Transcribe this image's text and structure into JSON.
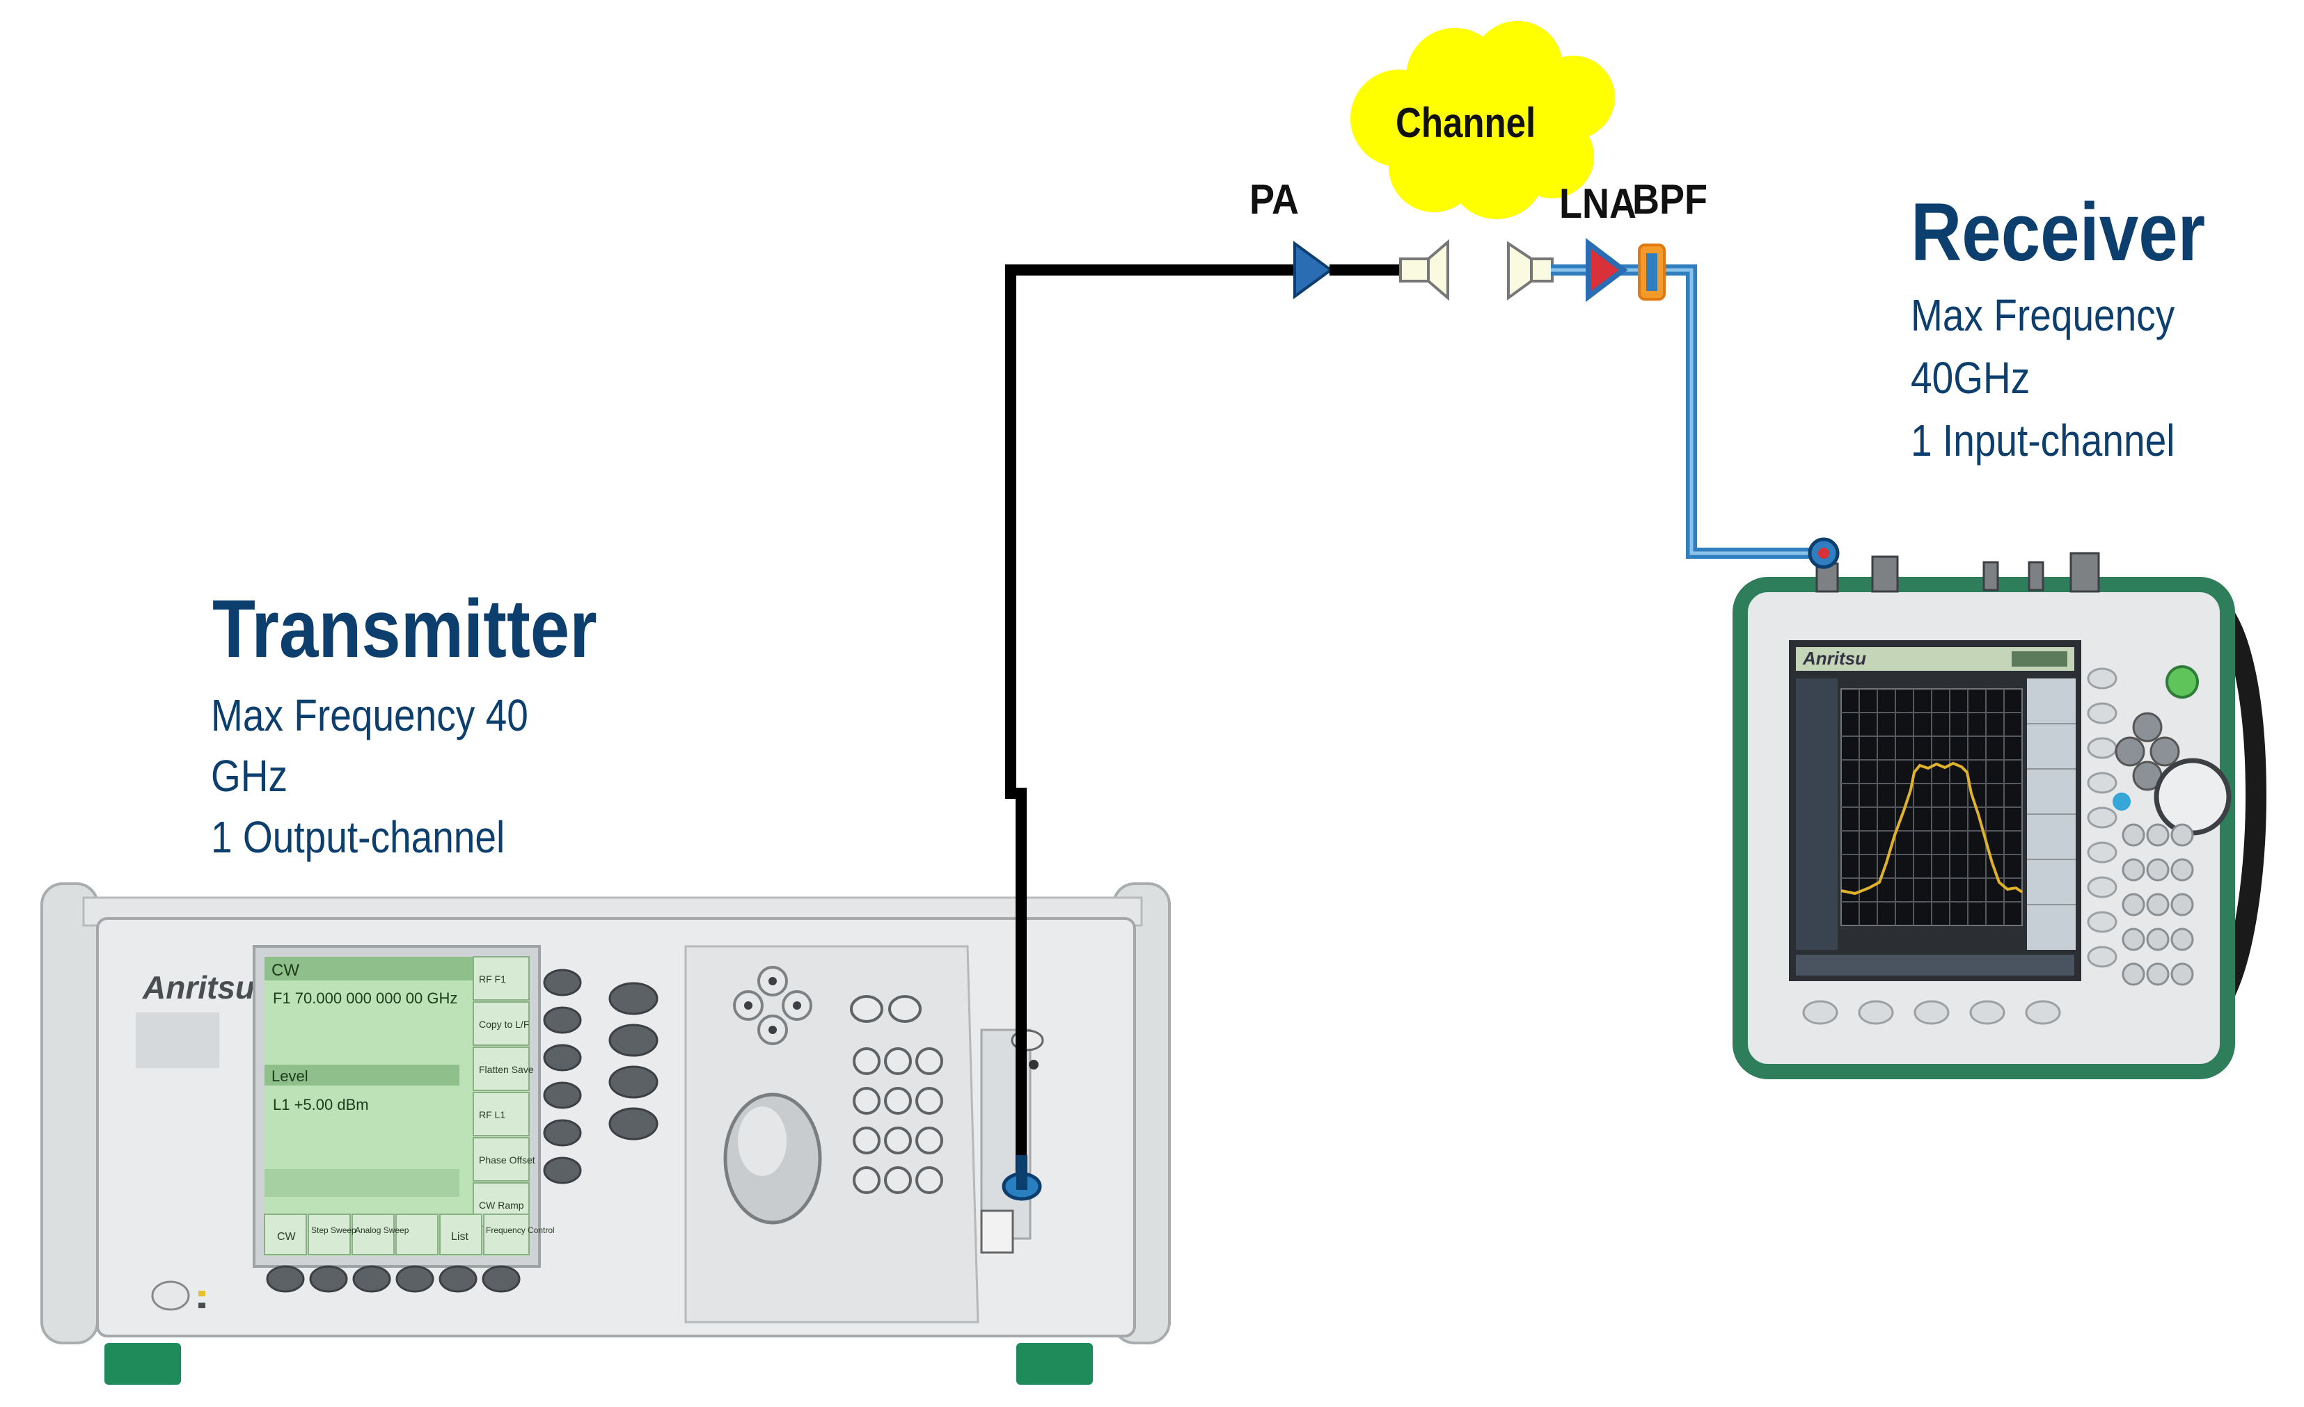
{
  "transmitter": {
    "title": "Transmitter",
    "line1": "Max Frequency 40",
    "line2": "GHz",
    "line3": "1 Output-channel",
    "brand": "Anritsu",
    "screen": {
      "mode": "CW",
      "freq": "F1   70.000 000 000 00  GHz",
      "level_header": "Level",
      "level": "L1   +5.00  dBm",
      "softkeys": [
        "RF F1",
        "Copy to L/F",
        "Flatten Save",
        "RF L1",
        "Phase Offset",
        "CW Ramp"
      ],
      "bottom_keys": [
        "CW",
        "Step Sweep",
        "Analog Sweep",
        "",
        "List",
        "Frequency Control"
      ]
    }
  },
  "receiver": {
    "title": "Receiver",
    "line1": "Max Frequency",
    "line2": "40GHz",
    "line3": "1 Input-channel",
    "brand": "Anritsu"
  },
  "components": {
    "pa": "PA",
    "lna": "LNA",
    "bpf": "BPF",
    "channel": "Channel"
  },
  "colors": {
    "title_blue": "#0d3f6e",
    "cable_black": "#000000",
    "cable_blue": "#2f7fc0",
    "amp_blue": "#2a6db2",
    "amp_red": "#d9313a",
    "bpf_orange": "#f39a2b",
    "cloud_yellow": "#ffff00",
    "instrument_green": "#2e7d5b",
    "trace_yellow": "#e0b22a"
  }
}
